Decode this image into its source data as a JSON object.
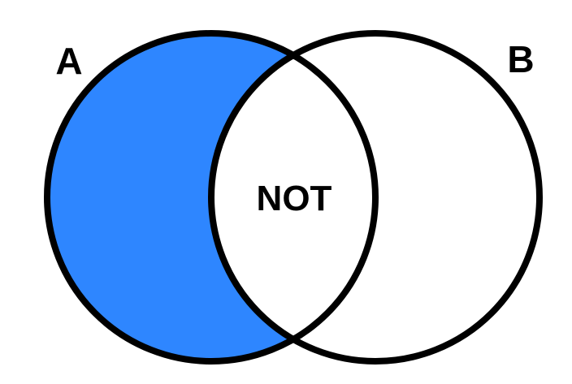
{
  "diagram": {
    "set_a": {
      "label": "A",
      "fill_color": "#2E86FF"
    },
    "set_b": {
      "label": "B",
      "fill_color": "#FFFFFF"
    },
    "intersection": {
      "label": "NOT",
      "fill_color": "#FFFFFF"
    },
    "outline_color": "#000000",
    "background_color": "#FFFFFF"
  }
}
